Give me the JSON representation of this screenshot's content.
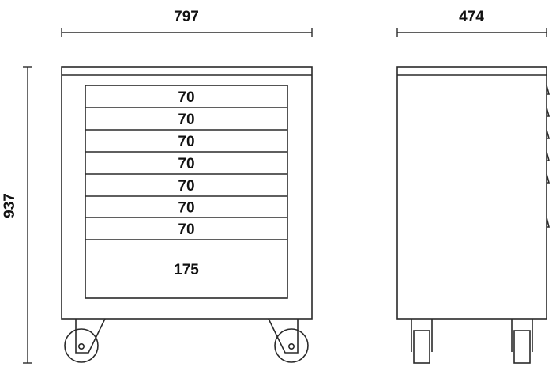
{
  "dimensions": {
    "width": "797",
    "depth": "474",
    "height": "937"
  },
  "drawers": [
    "70",
    "70",
    "70",
    "70",
    "70",
    "70",
    "70",
    "175"
  ],
  "colors": {
    "line": "#2a2a2a",
    "text": "#111111",
    "background": "#ffffff"
  }
}
